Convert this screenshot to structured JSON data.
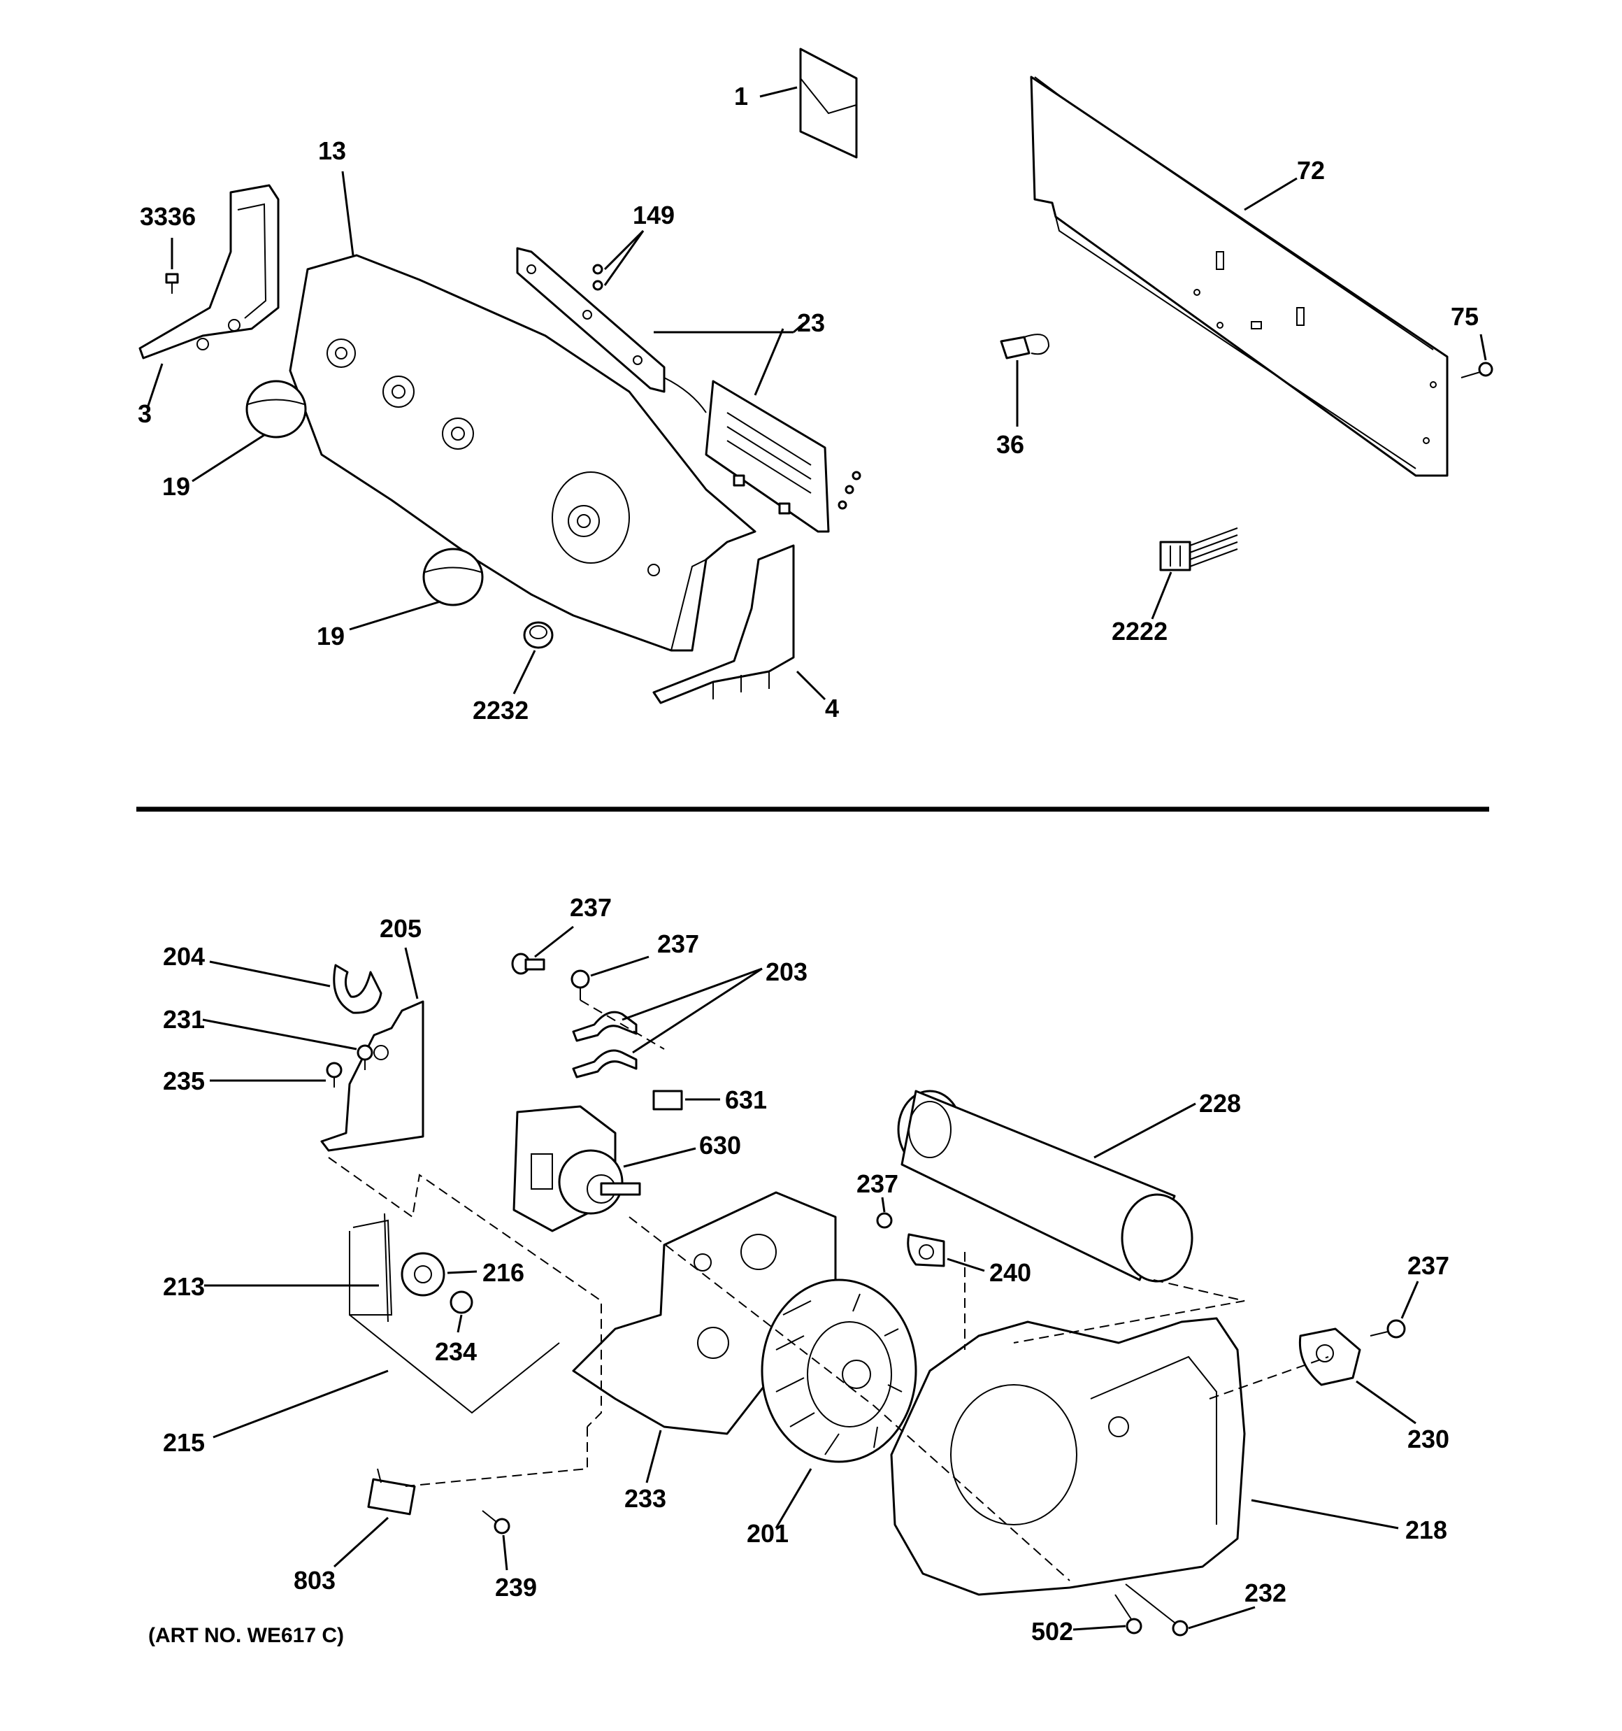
{
  "diagram": {
    "caption": "(ART NO. WE617 C)",
    "callouts": [
      {
        "id": "c1",
        "text": "1"
      },
      {
        "id": "c3336",
        "text": "3336"
      },
      {
        "id": "c13",
        "text": "13"
      },
      {
        "id": "c149",
        "text": "149"
      },
      {
        "id": "c23",
        "text": "23"
      },
      {
        "id": "c72",
        "text": "72"
      },
      {
        "id": "c75",
        "text": "75"
      },
      {
        "id": "c3",
        "text": "3"
      },
      {
        "id": "c19a",
        "text": "19"
      },
      {
        "id": "c36",
        "text": "36"
      },
      {
        "id": "c19b",
        "text": "19"
      },
      {
        "id": "c2222",
        "text": "2222"
      },
      {
        "id": "c2232",
        "text": "2232"
      },
      {
        "id": "c4",
        "text": "4"
      },
      {
        "id": "c237a",
        "text": "237"
      },
      {
        "id": "c237b",
        "text": "237"
      },
      {
        "id": "c205",
        "text": "205"
      },
      {
        "id": "c204",
        "text": "204"
      },
      {
        "id": "c203",
        "text": "203"
      },
      {
        "id": "c231",
        "text": "231"
      },
      {
        "id": "c235",
        "text": "235"
      },
      {
        "id": "c631",
        "text": "631"
      },
      {
        "id": "c228",
        "text": "228"
      },
      {
        "id": "c630",
        "text": "630"
      },
      {
        "id": "c237c",
        "text": "237"
      },
      {
        "id": "c216",
        "text": "216"
      },
      {
        "id": "c240",
        "text": "240"
      },
      {
        "id": "c237d",
        "text": "237"
      },
      {
        "id": "c213",
        "text": "213"
      },
      {
        "id": "c234",
        "text": "234"
      },
      {
        "id": "c215",
        "text": "215"
      },
      {
        "id": "c230",
        "text": "230"
      },
      {
        "id": "c233",
        "text": "233"
      },
      {
        "id": "c201",
        "text": "201"
      },
      {
        "id": "c218",
        "text": "218"
      },
      {
        "id": "c803",
        "text": "803"
      },
      {
        "id": "c239",
        "text": "239"
      },
      {
        "id": "c232",
        "text": "232"
      },
      {
        "id": "c502",
        "text": "502"
      }
    ]
  }
}
